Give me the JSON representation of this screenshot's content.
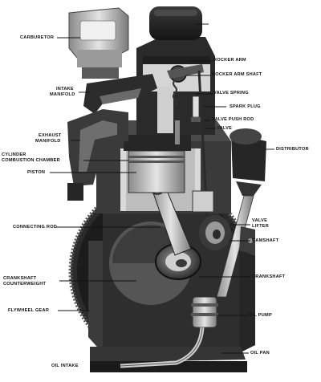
{
  "labels": {
    "carburetor": "CARBURETOR",
    "rocker_arm": "ROCKER ARM",
    "rocker_arm_shaft": "ROCKER ARM SHAFT",
    "intake_manifold_1": "INTAKE",
    "intake_manifold_2": "MANIFOLD",
    "valve_spring": "VALVE SPRING",
    "spark_plug": "SPARK PLUG",
    "valve_push_rod": "VALVE PUSH ROD",
    "exhaust_manifold_1": "EXHAUST",
    "exhaust_manifold_2": "MANIFOLD",
    "valve": "VALVE",
    "cylinder_combustion_1": "CYLINDER",
    "cylinder_combustion_2": "COMBUSTION CHAMBER",
    "distributor": "DISTRIBUTOR",
    "piston": "PISTON",
    "valve_lifter_1": "VALVE",
    "valve_lifter_2": "LIFTER",
    "connecting_rod": "CONNECTING ROD",
    "camshaft": "CAMSHAFT",
    "crankshaft": "CRANKSHAFT",
    "crankshaft_counterweight_1": "CRANKSHAFT",
    "crankshaft_counterweight_2": "COUNTERWEIGHT",
    "flywheel_gear": "FLYWHEEL GEAR",
    "oil_pump": "OIL PUMP",
    "oil_pan": "OIL PAN",
    "oil_intake": "OIL INTAKE"
  }
}
